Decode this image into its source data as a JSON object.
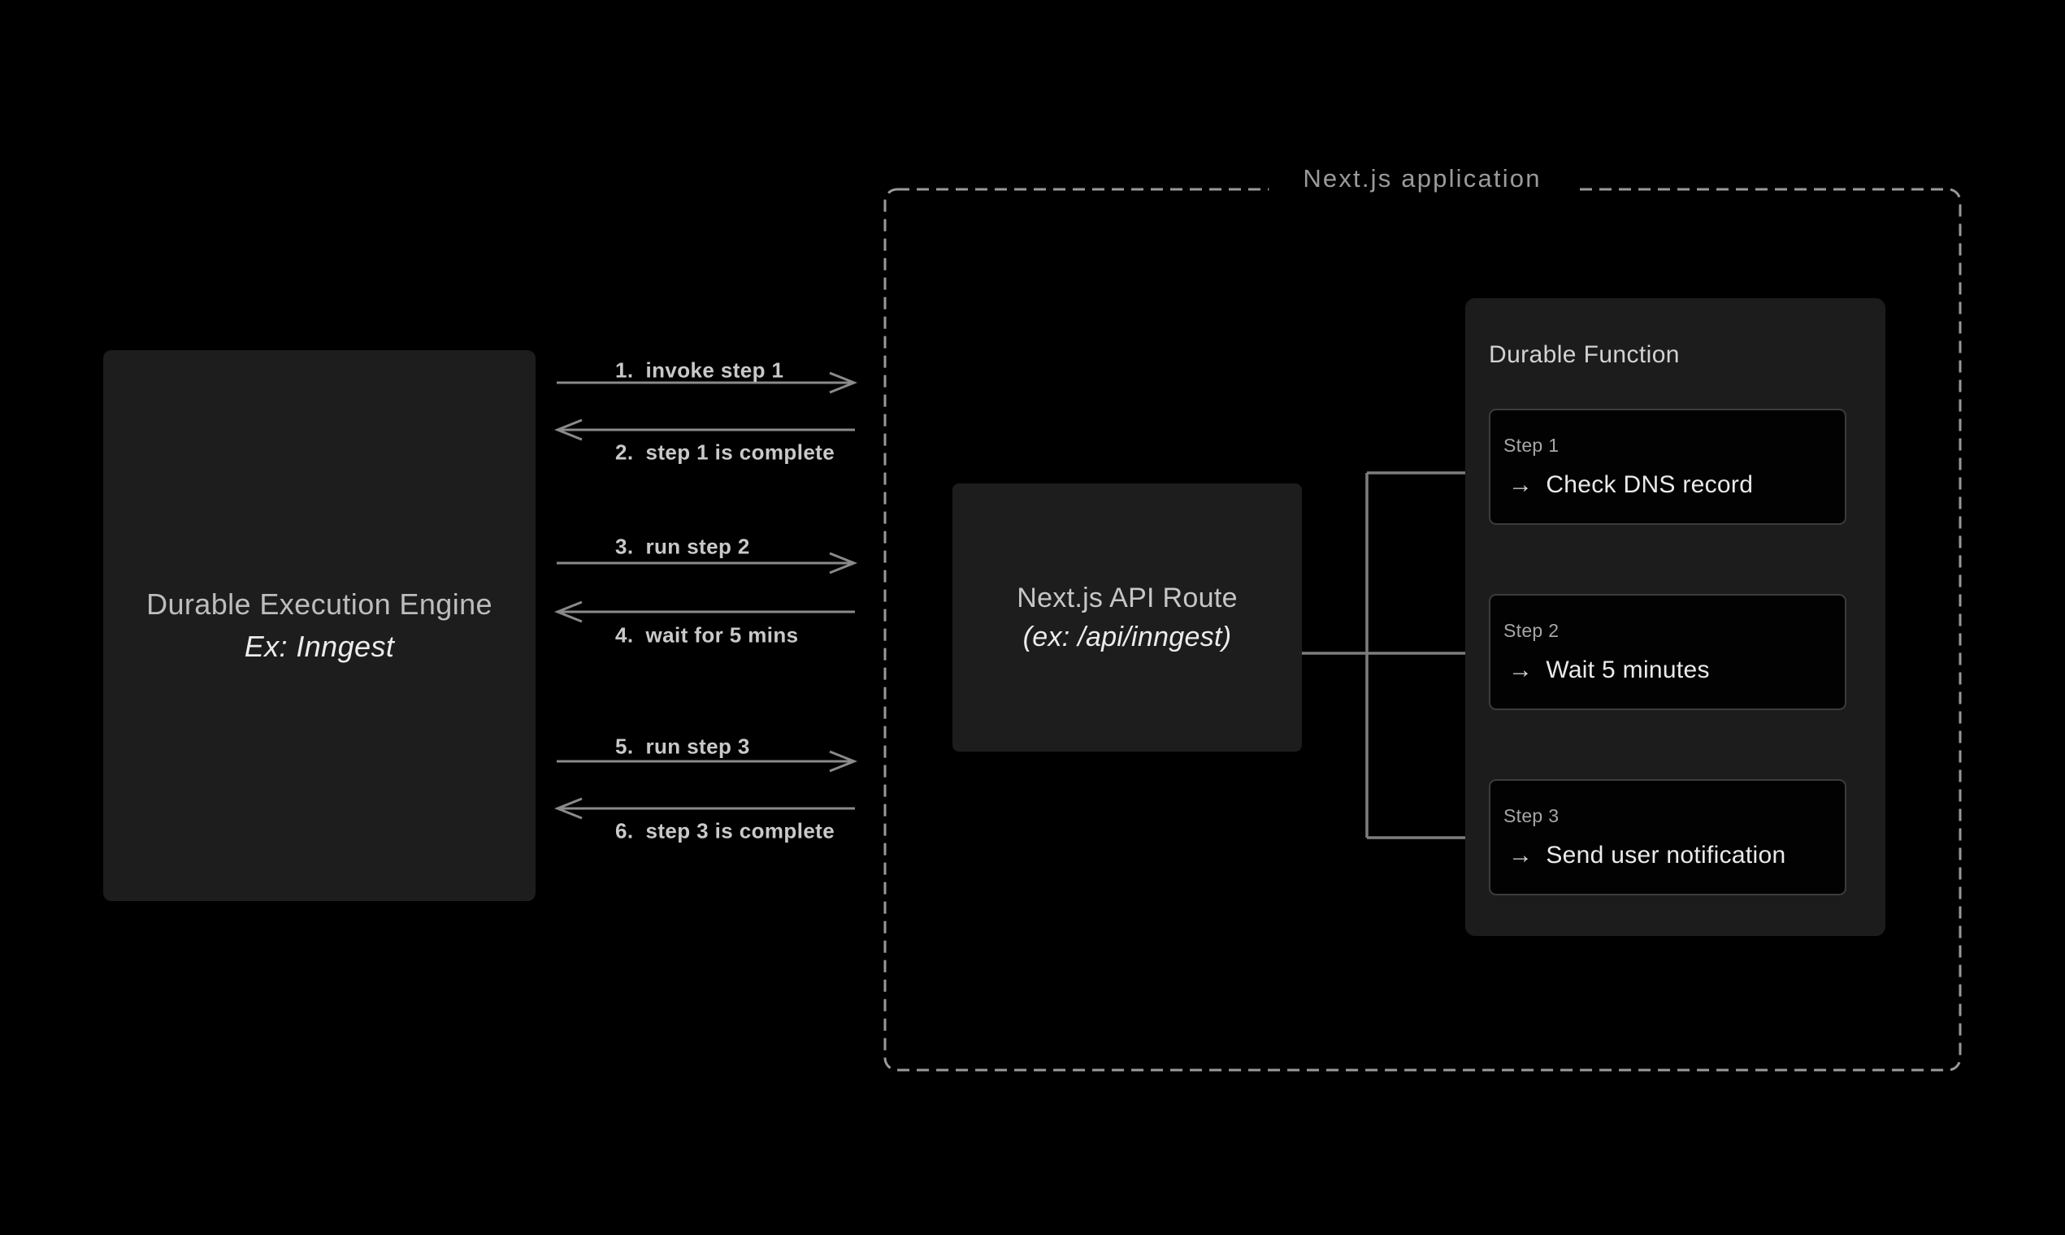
{
  "application_boundary": {
    "title": "Next.js application"
  },
  "engine_box": {
    "line1": "Durable Execution Engine",
    "line2": "Ex: Inngest"
  },
  "api_box": {
    "line1": "Next.js API Route",
    "line2": "(ex: /api/inngest)"
  },
  "messages": [
    {
      "num": "1.",
      "text": "invoke step 1",
      "direction": "right"
    },
    {
      "num": "2.",
      "text": "step 1 is complete",
      "direction": "left"
    },
    {
      "num": "3.",
      "text": "run step 2",
      "direction": "right"
    },
    {
      "num": "4.",
      "text": "wait for 5 mins",
      "direction": "left"
    },
    {
      "num": "5.",
      "text": "run step 3",
      "direction": "right"
    },
    {
      "num": "6.",
      "text": "step 3 is complete",
      "direction": "left"
    }
  ],
  "durable_function": {
    "title": "Durable Function",
    "steps": [
      {
        "label": "Step 1",
        "icon": "→",
        "action": "Check DNS record"
      },
      {
        "label": "Step 2",
        "icon": "→",
        "action": "Wait 5 minutes"
      },
      {
        "label": "Step 3",
        "icon": "→",
        "action": "Send user notification"
      }
    ]
  },
  "colors": {
    "background": "#000000",
    "box_fill": "#1d1d1d",
    "panel_fill": "#1c1c1c",
    "card_fill": "#020202",
    "card_border": "#3c3c3c",
    "connector_line": "#7d7d7d",
    "message_arrow": "#8a8a8a",
    "dashed_border": "#9a9a9a",
    "text_bright": "#ececec",
    "text_muted": "#a6a6a6"
  }
}
